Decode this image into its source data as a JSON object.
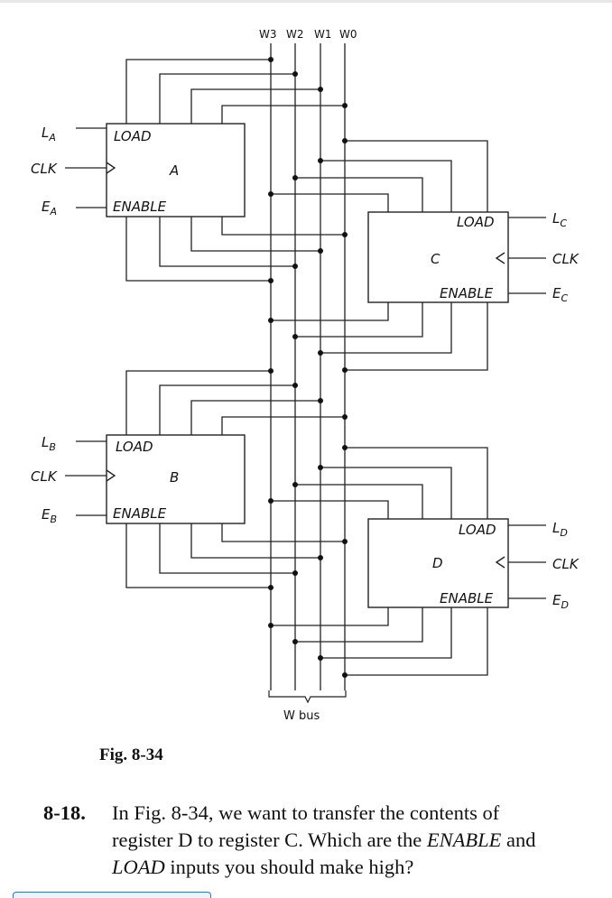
{
  "diagram": {
    "bus_bits": [
      "W3",
      "W2",
      "W1",
      "W0"
    ],
    "bus_name": "W bus",
    "registers": [
      {
        "name": "A",
        "load": "LOAD",
        "enable": "ENABLE",
        "load_sig": "L",
        "load_sub": "A",
        "clk": "CLK",
        "enable_sig": "E",
        "enable_sub": "A"
      },
      {
        "name": "C",
        "load": "LOAD",
        "enable": "ENABLE",
        "load_sig": "L",
        "load_sub": "C",
        "clk": "CLK",
        "enable_sig": "E",
        "enable_sub": "C"
      },
      {
        "name": "B",
        "load": "LOAD",
        "enable": "ENABLE",
        "load_sig": "L",
        "load_sub": "B",
        "clk": "CLK",
        "enable_sig": "E",
        "enable_sub": "B"
      },
      {
        "name": "D",
        "load": "LOAD",
        "enable": "ENABLE",
        "load_sig": "L",
        "load_sub": "D",
        "clk": "CLK",
        "enable_sig": "E",
        "enable_sub": "D"
      }
    ]
  },
  "figure_caption": "Fig. 8-34",
  "problem": {
    "number": "8-18.",
    "text_1": "In Fig. 8-34, we want to transfer the contents of register D to register C. Which are the ",
    "enable_word": "ENABLE",
    "text_2": " and ",
    "load_word": "LOAD",
    "text_3": " inputs you should make high?"
  }
}
